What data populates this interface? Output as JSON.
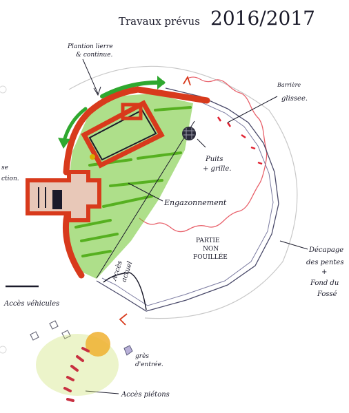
{
  "title": {
    "text": "Travaux prévus",
    "years": "2016/2017"
  },
  "labels": {
    "plantation": {
      "line1": "Plantion lierre",
      "line2": "& continue."
    },
    "barriere": {
      "line1": "Barrière",
      "line2": "glissee."
    },
    "puits": {
      "line1": "Puits",
      "line2": "+ grille."
    },
    "left_cut": {
      "line1": "se",
      "line2": "ction."
    },
    "engazonnement": "Engazonnement",
    "partie": {
      "line1": "PARTIE",
      "line2": "NON",
      "line3": "FOUILLÉE"
    },
    "acces_actuel": {
      "line1": "Accès",
      "line2": "actuel"
    },
    "decapage": {
      "line1": "Décapage",
      "line2": "des pentes",
      "line3": "+",
      "line4": "Fond du",
      "line5": "Fossé"
    },
    "acces_vehicules": "Accès véhicules",
    "gres": {
      "line1": "grès",
      "line2": "d'entrée."
    },
    "acces_pietons": "Accès piétons"
  },
  "colors": {
    "wall_red": "#d83a1c",
    "grass_green": "#6cc42a",
    "arrow_green": "#2fa82f",
    "ditch_red": "#e8606a",
    "ink": "#1a1a2a",
    "orange": "#f0b030"
  }
}
